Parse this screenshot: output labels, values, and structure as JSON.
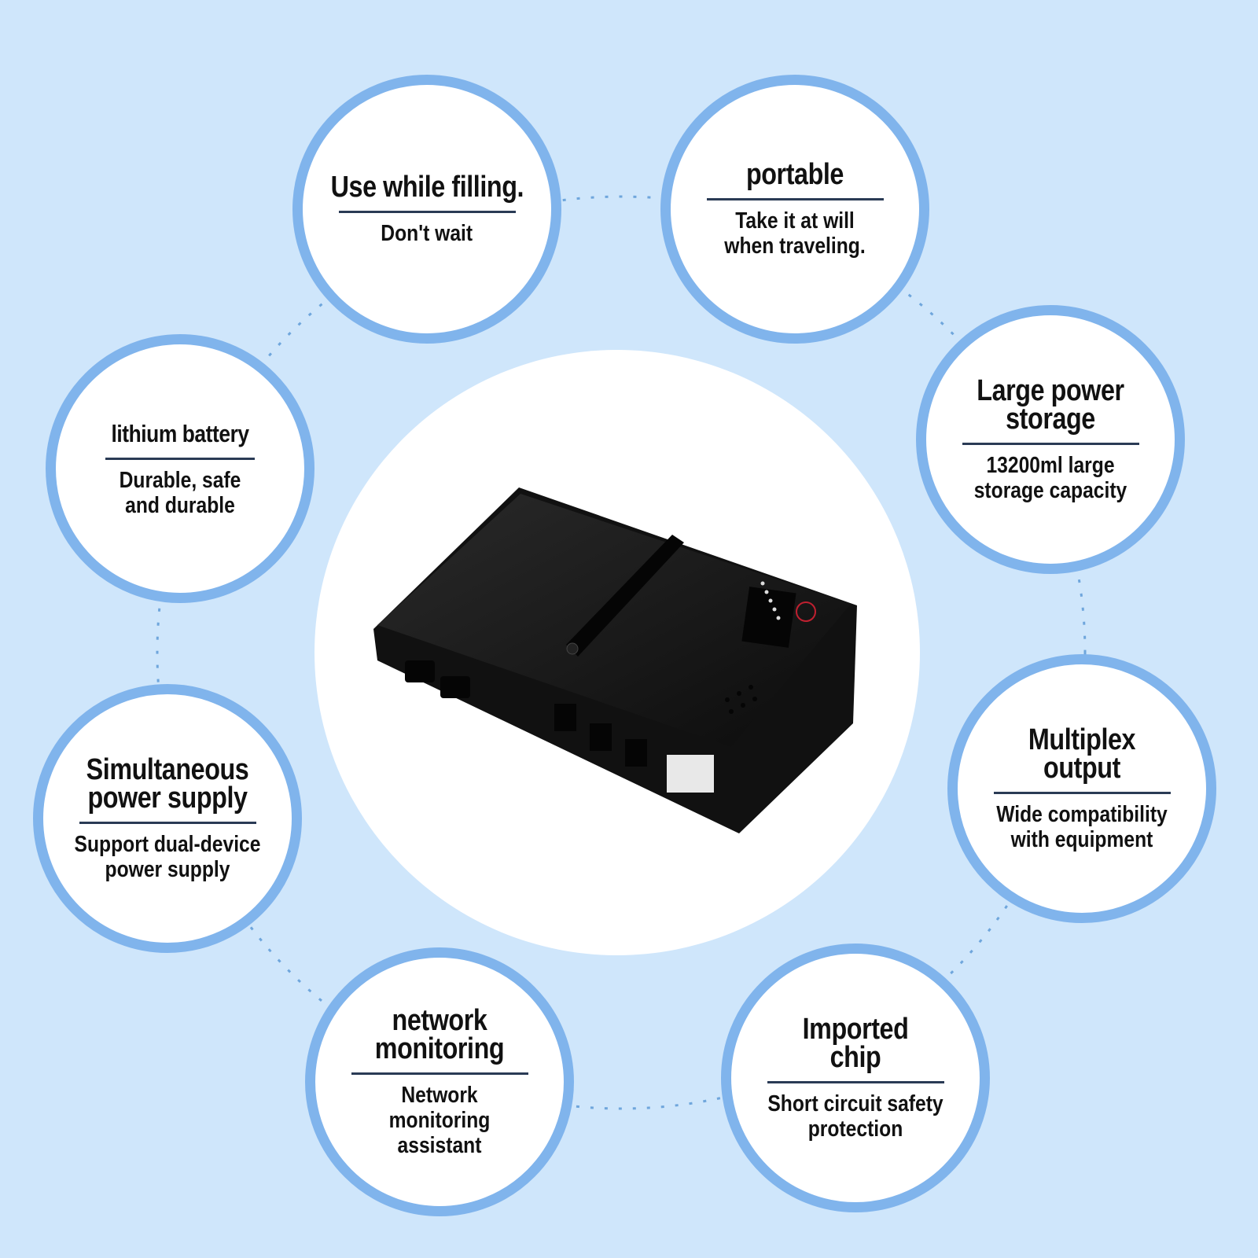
{
  "features": [
    {
      "title": "Use while filling.",
      "subtitle": "Don't wait"
    },
    {
      "title": "portable",
      "subtitle": "Take it at will when traveling."
    },
    {
      "title": "Large power storage",
      "subtitle": "13200ml large storage capacity"
    },
    {
      "title": "Multiplex output",
      "subtitle": "Wide compatibility with equipment"
    },
    {
      "title": "Imported chip",
      "subtitle": "Short circuit safety protection"
    },
    {
      "title": "network monitoring",
      "subtitle": "Network monitoring assistant"
    },
    {
      "title": "Simultaneous power supply",
      "subtitle": "Support dual-device power supply"
    },
    {
      "title": "lithium battery",
      "subtitle": "Durable, safe and durable"
    }
  ],
  "colors": {
    "background": "#cfe6fb",
    "ring": "#80b4ec"
  }
}
